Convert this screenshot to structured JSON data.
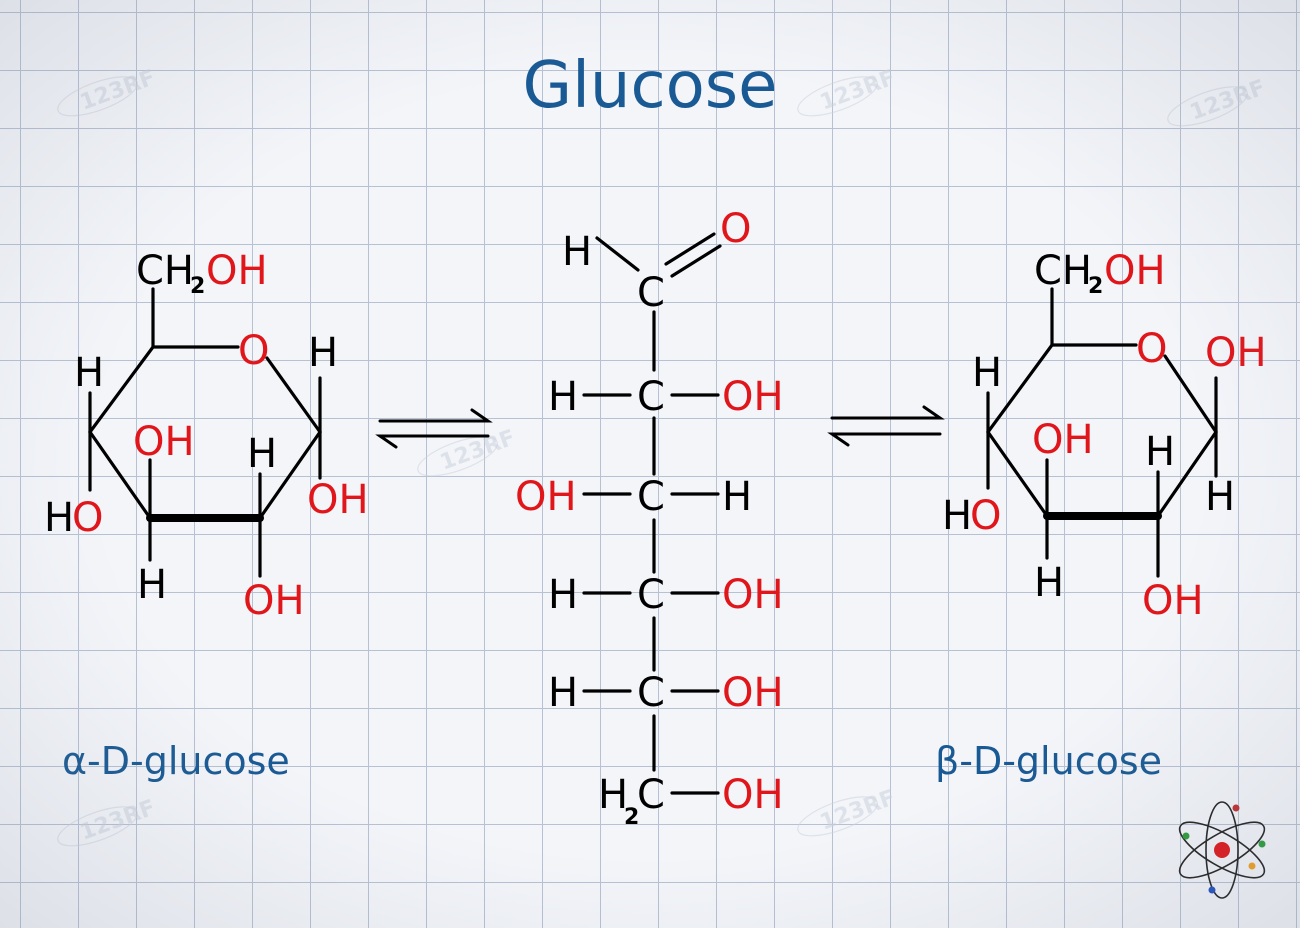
{
  "title": "Glucose",
  "alpha": {
    "name": "α-D-glucose",
    "ch2_c": "CH",
    "ch2_sub": "2",
    "ch2_oh": "OH",
    "ring_o": "O",
    "h_c1": "H",
    "h_c4": "H",
    "h_c2": "H",
    "h_c3": "H",
    "oh_c3": "OH",
    "oh_c1": "OH",
    "oh_c2": "OH",
    "ho_c4_h": "H",
    "ho_c4_o": "O"
  },
  "open": {
    "c1_h": "H",
    "c1_o": "O",
    "c1": "C",
    "c2_h": "H",
    "c2": "C",
    "c2_oh": "OH",
    "c3_oh": "OH",
    "c3": "C",
    "c3_h": "H",
    "c4_h": "H",
    "c4": "C",
    "c4_oh": "OH",
    "c5_h": "H",
    "c5": "C",
    "c5_oh": "OH",
    "c6_h": "H",
    "c6_sub": "2",
    "c6": "C",
    "c6_oh": "OH"
  },
  "beta": {
    "name": "β-D-glucose",
    "ch2_c": "CH",
    "ch2_sub": "2",
    "ch2_oh": "OH",
    "ring_o": "O",
    "oh_c1": "OH",
    "h_c5": "H",
    "h_c1": "H",
    "h_c2": "H",
    "h_c3": "H",
    "oh_c3": "OH",
    "oh_c2": "OH",
    "ho_c4_h": "H",
    "ho_c4_o": "O"
  },
  "watermark_text": "123RF",
  "colors": {
    "title": "#1a5a94",
    "oxygen": "#e0161b",
    "bond": "#000000",
    "grid": "#b6c2d4",
    "paper": "#f3f5f9"
  },
  "icons": [
    "atom-icon"
  ]
}
